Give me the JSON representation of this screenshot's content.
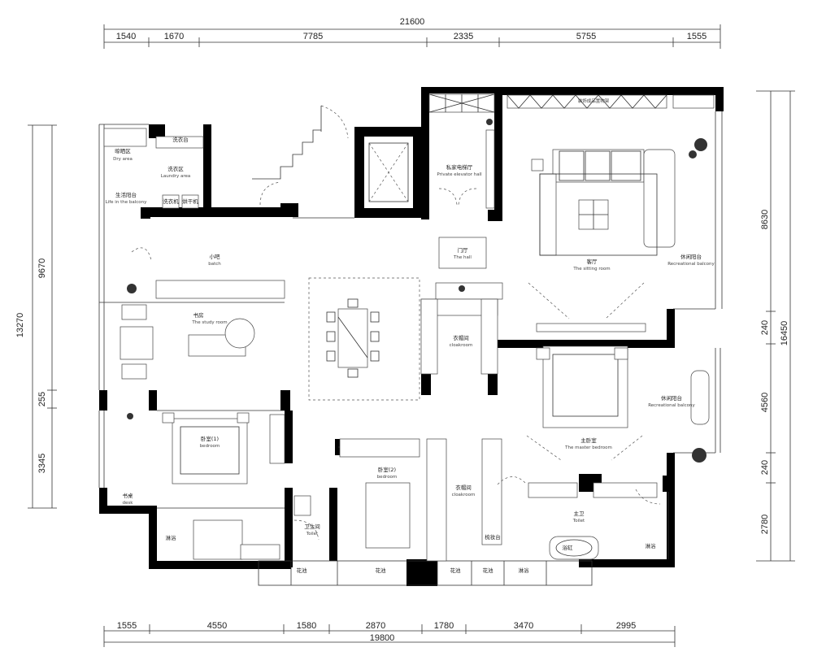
{
  "dimensions": {
    "top_total": "21600",
    "top": [
      "1540",
      "1670",
      "7785",
      "2335",
      "5755",
      "1555"
    ],
    "bottom_total": "19800",
    "bottom": [
      "1555",
      "4550",
      "1580",
      "2870",
      "1780",
      "3470",
      "2995"
    ],
    "left_total": "13270",
    "left": [
      "9670",
      "255",
      "3345"
    ],
    "right_total": "16450",
    "right": [
      "8630",
      "240",
      "4560",
      "240",
      "2780"
    ]
  },
  "rooms": {
    "dry_area": {
      "cn": "晾晒区",
      "en": "Dry area"
    },
    "laundry_area": {
      "cn": "洗衣区",
      "en": "Laundry area"
    },
    "laundry_table": {
      "cn": "洗衣台"
    },
    "life_balcony": {
      "cn": "生活阳台",
      "en": "Life in the balcony"
    },
    "private_elevator_hall": {
      "cn": "私家电梯厅",
      "en": "Private elevator hall"
    },
    "top_shelf": {
      "cn": "装饰成品置物架"
    },
    "the_hall": {
      "cn": "门厅",
      "en": "The hall"
    },
    "batch": {
      "cn": "小吧",
      "en": "batch"
    },
    "sitting_room": {
      "cn": "客厅",
      "en": "The sitting room"
    },
    "recreational_balcony_1": {
      "cn": "休闲阳台",
      "en": "Recreational balcony"
    },
    "study_room": {
      "cn": "书房",
      "en": "The study room"
    },
    "cloakroom_1": {
      "cn": "衣帽间",
      "en": "cloakroom"
    },
    "bedroom_1": {
      "cn": "卧室(1)",
      "en": "bedroom"
    },
    "desk": {
      "cn": "书桌",
      "en": "desk"
    },
    "bedroom_2": {
      "cn": "卧室(2)",
      "en": "bedroom"
    },
    "cloakroom_2": {
      "cn": "衣帽间",
      "en": "cloakroom"
    },
    "master_bedroom": {
      "cn": "主卧室",
      "en": "The master bedroom"
    },
    "recreational_balcony_2": {
      "cn": "休闲阳台",
      "en": "Recreational balcony"
    },
    "toilet_1": {
      "cn": "卫生间",
      "en": "Toilet"
    },
    "toilet_2": {
      "cn": "主卫",
      "en": "Toilet"
    },
    "dressing_table": {
      "cn": "梳妆台"
    },
    "shower_1": {
      "cn": "淋浴"
    },
    "shower_2": {
      "cn": "淋浴"
    },
    "shower_3": {
      "cn": "淋浴"
    },
    "bath": {
      "cn": "浴缸"
    },
    "flower_1": {
      "cn": "花池"
    },
    "flower_2": {
      "cn": "花池"
    },
    "flower_3": {
      "cn": "花池"
    },
    "flower_4": {
      "cn": "花池"
    },
    "washer": {
      "cn": "洗衣机"
    },
    "dryer": {
      "cn": "烘干机"
    }
  }
}
